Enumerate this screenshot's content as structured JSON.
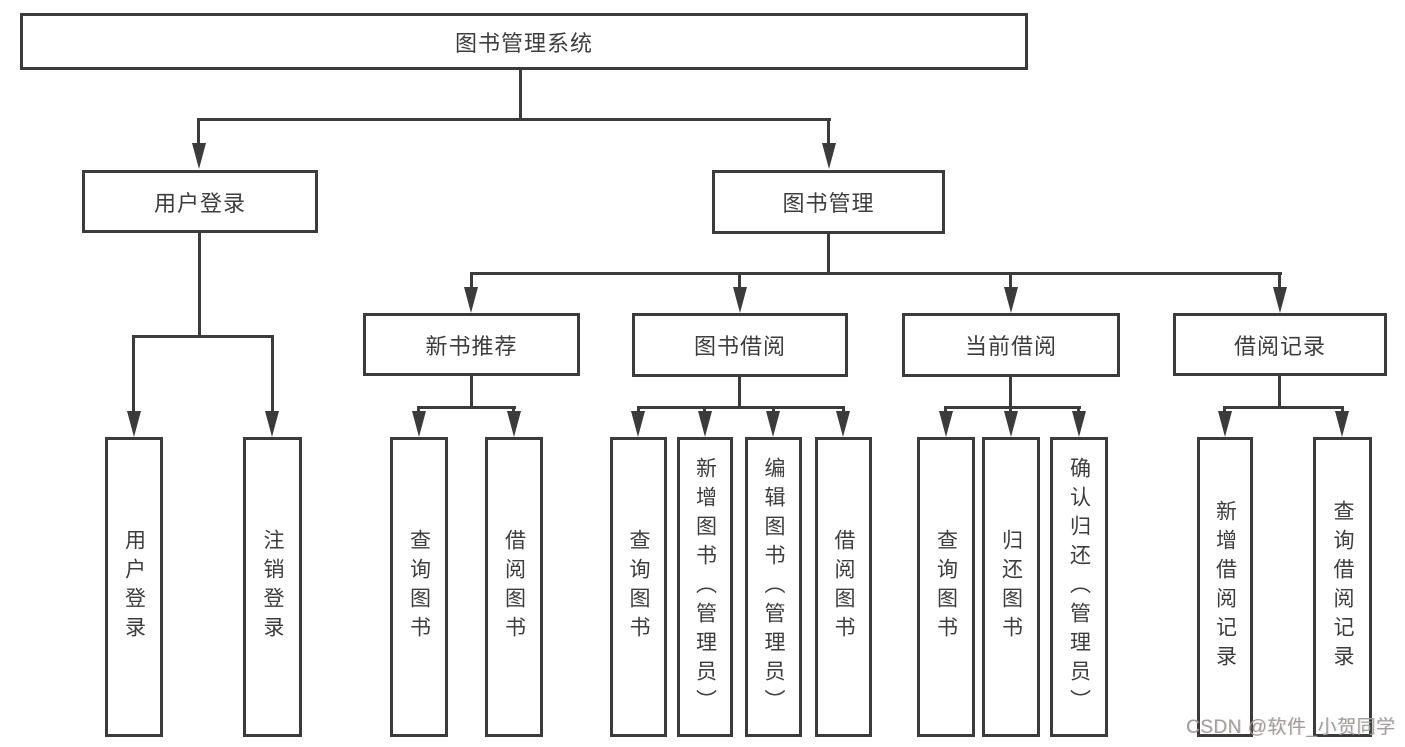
{
  "colors": {
    "line": "#3b3b3b",
    "text": "#3d3d3d",
    "background": "#ffffff",
    "watermark": "#9f9f9f"
  },
  "diagram": {
    "root": {
      "label": "图书管理系统"
    },
    "level2": [
      {
        "label": "用户登录"
      },
      {
        "label": "图书管理"
      }
    ],
    "level3": [
      {
        "label": "新书推荐",
        "parent": "图书管理"
      },
      {
        "label": "图书借阅",
        "parent": "图书管理"
      },
      {
        "label": "当前借阅",
        "parent": "图书管理"
      },
      {
        "label": "借阅记录",
        "parent": "图书管理"
      }
    ],
    "leaves": [
      {
        "label": "用户登录",
        "parent": "用户登录"
      },
      {
        "label": "注销登录",
        "parent": "用户登录"
      },
      {
        "label": "查询图书",
        "parent": "新书推荐"
      },
      {
        "label": "借阅图书",
        "parent": "新书推荐"
      },
      {
        "label": "查询图书",
        "parent": "图书借阅"
      },
      {
        "label": "新增图书（管理员）",
        "parent": "图书借阅"
      },
      {
        "label": "编辑图书（管理员）",
        "parent": "图书借阅"
      },
      {
        "label": "借阅图书",
        "parent": "图书借阅"
      },
      {
        "label": "查询图书",
        "parent": "当前借阅"
      },
      {
        "label": "归还图书",
        "parent": "当前借阅"
      },
      {
        "label": "确认归还（管理员）",
        "parent": "当前借阅"
      },
      {
        "label": "新增借阅记录",
        "parent": "借阅记录"
      },
      {
        "label": "查询借阅记录",
        "parent": "借阅记录"
      }
    ]
  },
  "watermark": {
    "text": "CSDN @软件_小贺同学"
  }
}
